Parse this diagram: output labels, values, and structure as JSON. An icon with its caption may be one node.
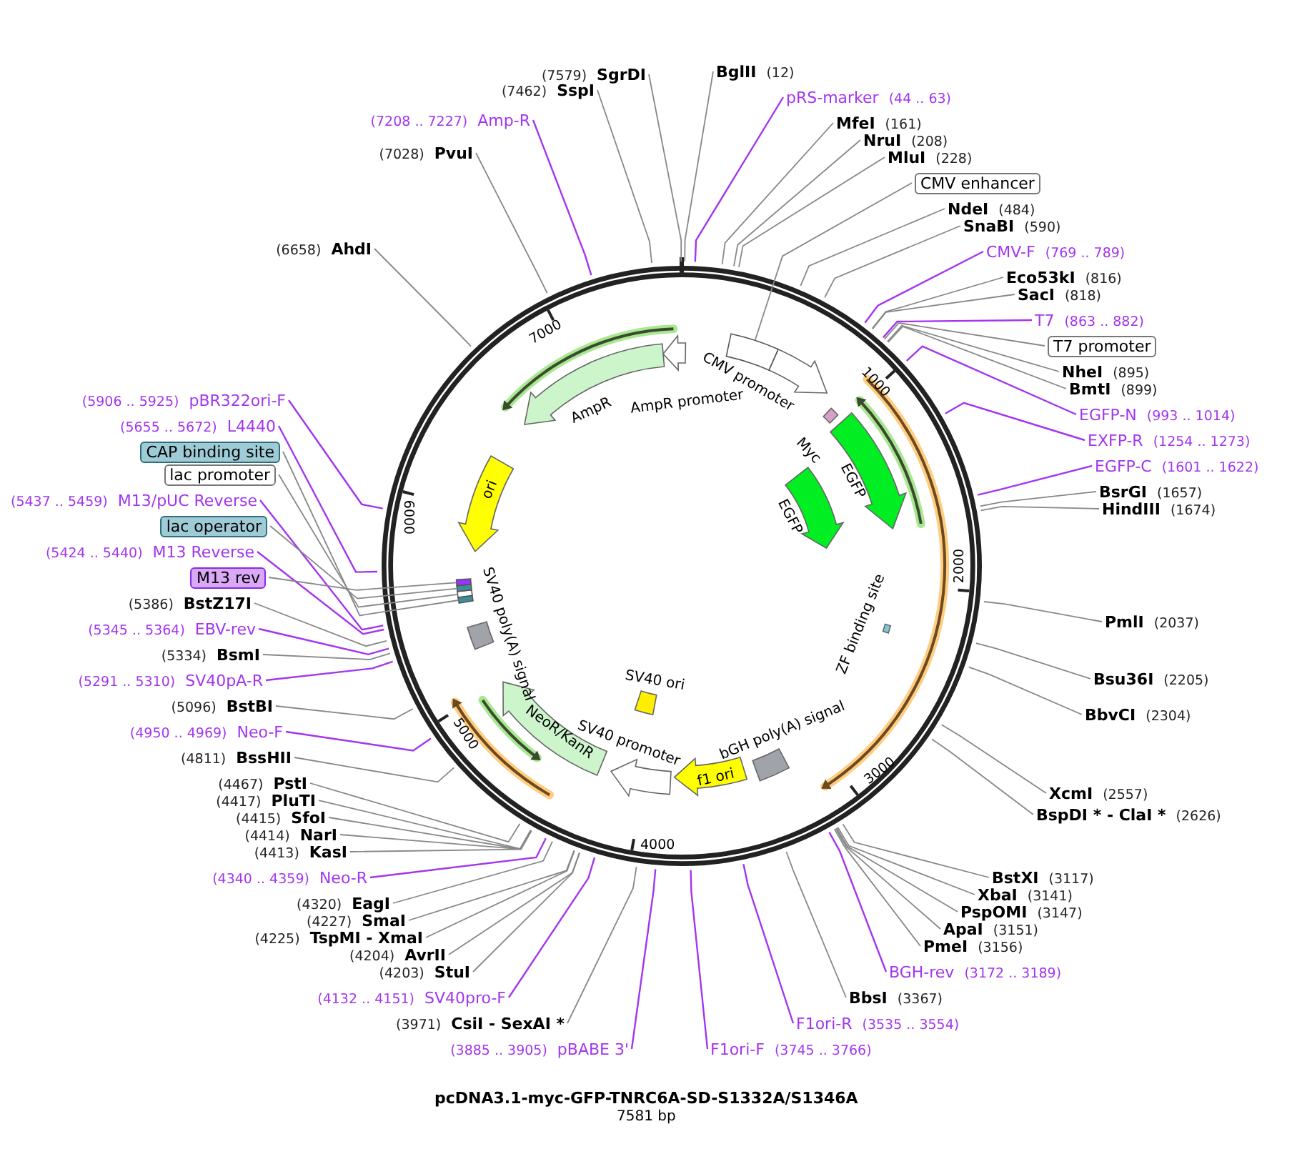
{
  "diagram": {
    "title": "pcDNA3.1-myc-GFP-TNRC6A-SD-S1332A/S1346A",
    "caption": "7581 bp",
    "nodes": [
      {
        "text": [
          "(7579)",
          "SgrDI"
        ]
      },
      {
        "text": [
          "BglII",
          "(12)"
        ]
      },
      {
        "text": [
          "(7462)",
          "SspI"
        ]
      },
      {
        "text": [
          "pRS-marker",
          "(44 .. 63)"
        ]
      },
      {
        "text": [
          "(7208 .. 7227)",
          "Amp-R"
        ]
      },
      {
        "text": [
          "MfeI",
          "(161)"
        ]
      },
      {
        "text": [
          "NruI",
          "(208)"
        ]
      },
      {
        "text": [
          "(7028)",
          "PvuI"
        ]
      },
      {
        "text": [
          "MluI",
          "(228)"
        ]
      },
      {
        "text": [
          "CMV enhancer"
        ]
      },
      {
        "text": [
          "NdeI",
          "(484)"
        ]
      },
      {
        "text": [
          "SnaBI",
          "(590)"
        ]
      },
      {
        "text": [
          "CMV-F",
          "(769 .. 789)"
        ]
      },
      {
        "text": [
          "(6658)",
          "AhdI"
        ]
      },
      {
        "text": [
          "Eco53kI",
          "(816)"
        ]
      },
      {
        "text": [
          "SacI",
          "(818)"
        ]
      },
      {
        "text": [
          "T7",
          "(863 .. 882)"
        ]
      },
      {
        "text": [
          "T7 promoter"
        ]
      },
      {
        "text": [
          "NheI",
          "(895)"
        ]
      },
      {
        "text": [
          "BmtI",
          "(899)"
        ]
      },
      {
        "text": [
          "EGFP-N",
          "(993 .. 1014)"
        ]
      },
      {
        "text": [
          "(5906 .. 5925)",
          "pBR322ori-F"
        ]
      },
      {
        "text": [
          "(5655 .. 5672)",
          "L4440"
        ]
      },
      {
        "text": [
          "EXFP-R",
          "(1254 .. 1273)"
        ]
      },
      {
        "text": [
          "CAP binding site"
        ]
      },
      {
        "text": [
          "EGFP-C",
          "(1601 .. 1622)"
        ]
      },
      {
        "text": [
          "lac promoter"
        ]
      },
      {
        "text": [
          "BsrGI",
          "(1657)"
        ]
      },
      {
        "text": [
          "(5437 .. 5459)",
          "M13/pUC Reverse"
        ]
      },
      {
        "text": [
          "HindIII",
          "(1674)"
        ]
      },
      {
        "text": [
          "lac operator"
        ]
      },
      {
        "text": [
          "(5424 .. 5440)",
          "M13 Reverse"
        ]
      },
      {
        "text": [
          "M13 rev"
        ]
      },
      {
        "text": [
          "(5386)",
          "BstZ17I"
        ]
      },
      {
        "text": [
          "PmlI",
          "(2037)"
        ]
      },
      {
        "text": [
          "(5345 .. 5364)",
          "EBV-rev"
        ]
      },
      {
        "text": [
          "(5334)",
          "BsmI"
        ]
      },
      {
        "text": [
          "(5291 .. 5310)",
          "SV40pA-R"
        ]
      },
      {
        "text": [
          "Bsu36I",
          "(2205)"
        ]
      },
      {
        "text": [
          "(5096)",
          "BstBI"
        ]
      },
      {
        "text": [
          "BbvCI",
          "(2304)"
        ]
      },
      {
        "text": [
          "(4950 .. 4969)",
          "Neo-F"
        ]
      },
      {
        "text": [
          "(4811)",
          "BssHII"
        ]
      },
      {
        "text": [
          "(4467)",
          "PstI"
        ]
      },
      {
        "text": [
          "XcmI",
          "(2557)"
        ]
      },
      {
        "text": [
          "(4417)",
          "PluTI"
        ]
      },
      {
        "text": [
          "BspDI * - ClaI *",
          "(2626)"
        ]
      },
      {
        "text": [
          "(4415)",
          "SfoI"
        ]
      },
      {
        "text": [
          "(4414)",
          "NarI"
        ]
      },
      {
        "text": [
          "(4413)",
          "KasI"
        ]
      },
      {
        "text": [
          "(4340 .. 4359)",
          "Neo-R"
        ]
      },
      {
        "text": [
          "BstXI",
          "(3117)"
        ]
      },
      {
        "text": [
          "XbaI",
          "(3141)"
        ]
      },
      {
        "text": [
          "(4320)",
          "EagI"
        ]
      },
      {
        "text": [
          "PspOMI",
          "(3147)"
        ]
      },
      {
        "text": [
          "(4227)",
          "SmaI"
        ]
      },
      {
        "text": [
          "ApaI",
          "(3151)"
        ]
      },
      {
        "text": [
          "(4225)",
          "TspMI - XmaI"
        ]
      },
      {
        "text": [
          "PmeI",
          "(3156)"
        ]
      },
      {
        "text": [
          "(4204)",
          "AvrII"
        ]
      },
      {
        "text": [
          "(4203)",
          "StuI"
        ]
      },
      {
        "text": [
          "BGH-rev",
          "(3172 .. 3189)"
        ]
      },
      {
        "text": [
          "BbsI",
          "(3367)"
        ]
      },
      {
        "text": [
          "(4132 .. 4151)",
          "SV40pro-F"
        ]
      },
      {
        "text": [
          "(3971)",
          "CsiI - SexAI *"
        ]
      },
      {
        "text": [
          "F1ori-R",
          "(3535 .. 3554)"
        ]
      },
      {
        "text": [
          "(3885 .. 3905)",
          "pBABE 3'"
        ]
      },
      {
        "text": [
          "F1ori-F",
          "(3745 .. 3766)"
        ]
      },
      {
        "text": [],
        "shape": "box"
      },
      {
        "text": [],
        "shape": "box"
      },
      {
        "text": [],
        "shape": "box"
      },
      {
        "text": [],
        "shape": "box"
      },
      {
        "text": [],
        "shape": "box"
      }
    ],
    "edges": [
      {
        "from": 0,
        "to": null,
        "arrow": "none"
      },
      {
        "from": 1,
        "to": null,
        "arrow": "none"
      },
      {
        "from": 2,
        "to": null,
        "arrow": "none"
      },
      {
        "from": 3,
        "to": null,
        "arrow": "none",
        "color": "#a335ee"
      },
      {
        "from": 4,
        "to": null,
        "arrow": "none",
        "color": "#a335ee"
      },
      {
        "from": 5,
        "to": null,
        "arrow": "none"
      },
      {
        "from": 6,
        "to": null,
        "arrow": "none"
      },
      {
        "from": 7,
        "to": null,
        "arrow": "none"
      },
      {
        "from": 8,
        "to": null,
        "arrow": "none"
      },
      {
        "from": 9,
        "to": 68,
        "arrow": "none"
      },
      {
        "from": 10,
        "to": null,
        "arrow": "none"
      },
      {
        "from": 11,
        "to": null,
        "arrow": "none"
      },
      {
        "from": 12,
        "to": null,
        "arrow": "none",
        "color": "#a335ee"
      },
      {
        "from": 13,
        "to": null,
        "arrow": "none"
      },
      {
        "from": 14,
        "to": null,
        "arrow": "none"
      },
      {
        "from": 15,
        "to": null,
        "arrow": "none"
      },
      {
        "from": 16,
        "to": null,
        "arrow": "none",
        "color": "#a335ee"
      },
      {
        "from": 17,
        "to": null,
        "arrow": "none"
      },
      {
        "from": 18,
        "to": null,
        "arrow": "none"
      },
      {
        "from": 19,
        "to": null,
        "arrow": "none"
      },
      {
        "from": 20,
        "to": null,
        "arrow": "none",
        "color": "#a335ee"
      },
      {
        "from": 21,
        "to": null,
        "arrow": "none",
        "color": "#a335ee"
      },
      {
        "from": 22,
        "to": null,
        "arrow": "none",
        "color": "#a335ee"
      },
      {
        "from": 23,
        "to": null,
        "arrow": "none",
        "color": "#a335ee"
      },
      {
        "from": 24,
        "to": 69,
        "arrow": "none"
      },
      {
        "from": 25,
        "to": null,
        "arrow": "none",
        "color": "#a335ee"
      },
      {
        "from": 26,
        "to": 70,
        "arrow": "none"
      },
      {
        "from": 27,
        "to": null,
        "arrow": "none"
      },
      {
        "from": 28,
        "to": null,
        "arrow": "none",
        "color": "#a335ee"
      },
      {
        "from": 29,
        "to": null,
        "arrow": "none"
      },
      {
        "from": 30,
        "to": 71,
        "arrow": "none"
      },
      {
        "from": 31,
        "to": null,
        "arrow": "none",
        "color": "#a335ee"
      },
      {
        "from": 32,
        "to": 72,
        "arrow": "none"
      },
      {
        "from": 33,
        "to": null,
        "arrow": "none"
      },
      {
        "from": 34,
        "to": null,
        "arrow": "none"
      },
      {
        "from": 35,
        "to": null,
        "arrow": "none",
        "color": "#a335ee"
      },
      {
        "from": 36,
        "to": null,
        "arrow": "none"
      },
      {
        "from": 37,
        "to": null,
        "arrow": "none",
        "color": "#a335ee"
      },
      {
        "from": 38,
        "to": null,
        "arrow": "none"
      },
      {
        "from": 39,
        "to": null,
        "arrow": "none"
      },
      {
        "from": 40,
        "to": null,
        "arrow": "none"
      },
      {
        "from": 41,
        "to": null,
        "arrow": "none",
        "color": "#a335ee"
      },
      {
        "from": 42,
        "to": null,
        "arrow": "none"
      },
      {
        "from": 43,
        "to": null,
        "arrow": "none"
      },
      {
        "from": 44,
        "to": null,
        "arrow": "none"
      },
      {
        "from": 45,
        "to": null,
        "arrow": "none"
      },
      {
        "from": 46,
        "to": null,
        "arrow": "none"
      },
      {
        "from": 47,
        "to": null,
        "arrow": "none"
      },
      {
        "from": 48,
        "to": null,
        "arrow": "none"
      },
      {
        "from": 49,
        "to": null,
        "arrow": "none"
      },
      {
        "from": 50,
        "to": null,
        "arrow": "none",
        "color": "#a335ee"
      },
      {
        "from": 51,
        "to": null,
        "arrow": "none"
      },
      {
        "from": 52,
        "to": null,
        "arrow": "none"
      },
      {
        "from": 53,
        "to": null,
        "arrow": "none"
      },
      {
        "from": 54,
        "to": null,
        "arrow": "none"
      },
      {
        "from": 55,
        "to": null,
        "arrow": "none"
      },
      {
        "from": 56,
        "to": null,
        "arrow": "none"
      },
      {
        "from": 57,
        "to": null,
        "arrow": "none"
      },
      {
        "from": 58,
        "to": null,
        "arrow": "none"
      },
      {
        "from": 59,
        "to": null,
        "arrow": "none"
      },
      {
        "from": 60,
        "to": null,
        "arrow": "none"
      },
      {
        "from": 61,
        "to": null,
        "arrow": "none",
        "color": "#a335ee"
      },
      {
        "from": 62,
        "to": null,
        "arrow": "none"
      },
      {
        "from": 63,
        "to": null,
        "arrow": "none",
        "color": "#a335ee"
      },
      {
        "from": 64,
        "to": null,
        "arrow": "none"
      },
      {
        "from": 65,
        "to": null,
        "arrow": "none",
        "color": "#a335ee"
      },
      {
        "from": 66,
        "to": null,
        "arrow": "none",
        "color": "#a335ee"
      },
      {
        "from": 67,
        "to": null,
        "arrow": "none",
        "color": "#a335ee"
      }
    ],
    "labels": [
      "7000",
      "1000",
      "CMV promoter",
      "AmpR",
      "AmpR promoter",
      "Myc",
      "EGFP",
      "ori",
      "EGFP",
      "6000",
      "SV40 poly(A) signal",
      "2000",
      "ZF binding site",
      "SV40 ori",
      "NeoR/KanR",
      "SV40 promoter",
      "bGH poly(A) signal",
      "5000",
      "3000",
      "f1 ori",
      "4000"
    ]
  }
}
